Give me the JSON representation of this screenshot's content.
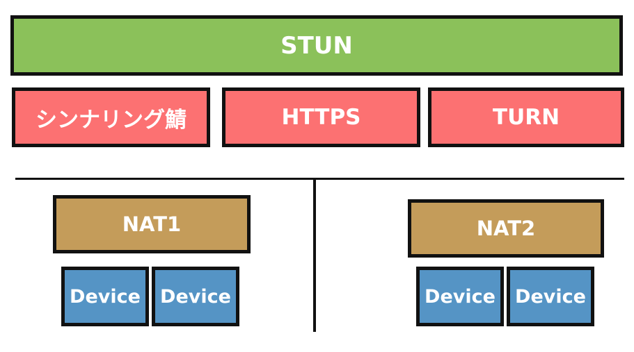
{
  "colors": {
    "stun": "#8bc15a",
    "server": "#fc7172",
    "nat": "#c49c5a",
    "device": "#5594c5",
    "border": "#111111",
    "text": "#ffffff"
  },
  "top": {
    "stun_label": "STUN"
  },
  "servers": [
    {
      "label": "シンナリング鯖"
    },
    {
      "label": "HTTPS"
    },
    {
      "label": "TURN"
    }
  ],
  "networks": [
    {
      "nat_label": "NAT1",
      "devices": [
        "Device",
        "Device"
      ]
    },
    {
      "nat_label": "NAT2",
      "devices": [
        "Device",
        "Device"
      ]
    }
  ]
}
